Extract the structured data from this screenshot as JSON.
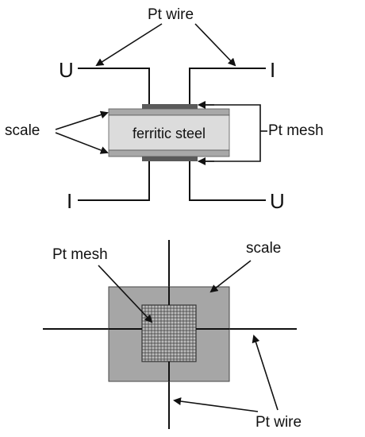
{
  "top_figure": {
    "label_pt_wire": "Pt wire",
    "label_u_left": "U",
    "label_i_right": "I",
    "label_scale": "scale",
    "label_sample": "ferritic steel",
    "label_pt_mesh": "Pt mesh",
    "label_i_left": "I",
    "label_u_right": "U"
  },
  "bottom_figure": {
    "label_pt_mesh": "Pt mesh",
    "label_scale": "scale",
    "label_pt_wire": "Pt wire"
  },
  "colors": {
    "wire": "#111111",
    "scale": "#a8a8a8",
    "steel": "#dcdcdc",
    "mesh": "#5a5a5a",
    "scale_plate": "#a6a6a6"
  }
}
